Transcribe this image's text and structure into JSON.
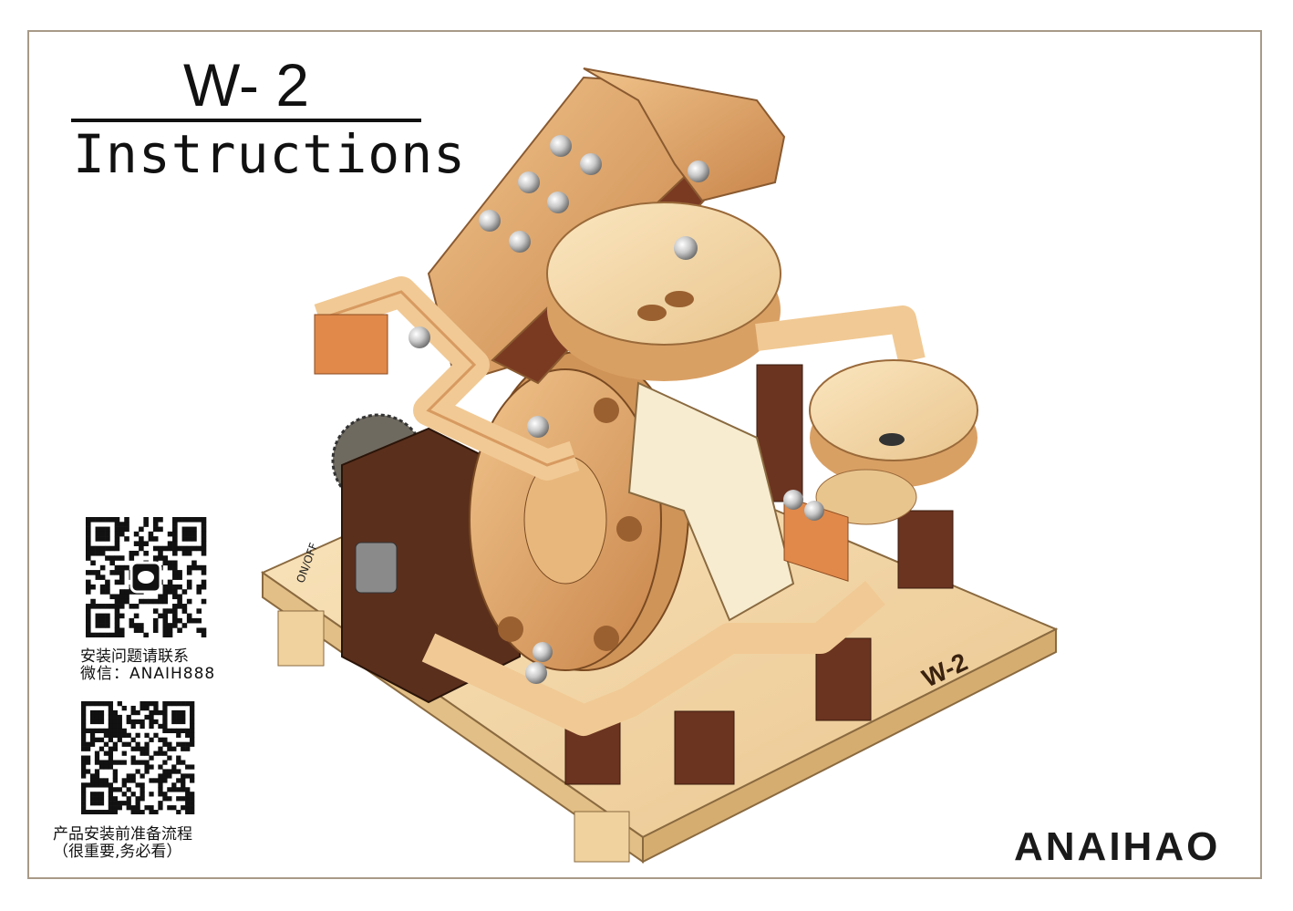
{
  "header": {
    "model": "W- 2",
    "subtitle": "Instructions"
  },
  "contact": {
    "line1": "安装问题请联系",
    "line2": "微信：ANAIH888",
    "qr_icon": "wechat-qr-code"
  },
  "prep": {
    "line1": "产品安装前准备流程",
    "line2": "（很重要,务必看）",
    "qr_icon": "qr-code"
  },
  "brand": {
    "logo": "ANAIHAO"
  },
  "illustration": {
    "base_engraving": "W-2",
    "switch_label": "ON/OFF"
  },
  "colors": {
    "frame": "#a89a88",
    "wood_light": "#f2d7a6",
    "wood_mid": "#dfa469",
    "wood_dark": "#5a2f1c"
  }
}
